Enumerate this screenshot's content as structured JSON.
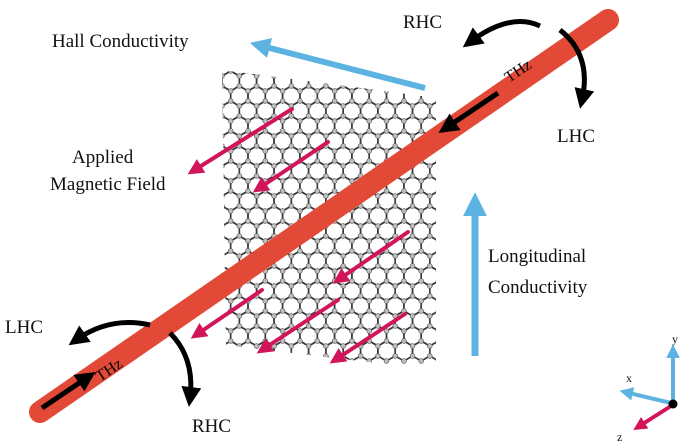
{
  "labels": {
    "hall_conductivity": "Hall Conductivity",
    "applied_field_line1": "Applied",
    "applied_field_line2": "Magnetic Field",
    "longitudinal_line1": "Longitudinal",
    "longitudinal_line2": "Conductivity",
    "rhc_top": "RHC",
    "lhc_top": "LHC",
    "lhc_bottom": "LHC",
    "rhc_bottom": "RHC",
    "thz_top": "THz",
    "thz_bottom": "THz"
  },
  "axes": {
    "x": "x",
    "y": "y",
    "z": "z"
  },
  "colors": {
    "beam": "#e24a37",
    "field_arrow": "#d2145a",
    "conductivity_arrow": "#5cb3e2",
    "circular_arrow": "#000000",
    "lattice_bond": "#3a3a3a",
    "lattice_atom": "#bdbdbd"
  }
}
